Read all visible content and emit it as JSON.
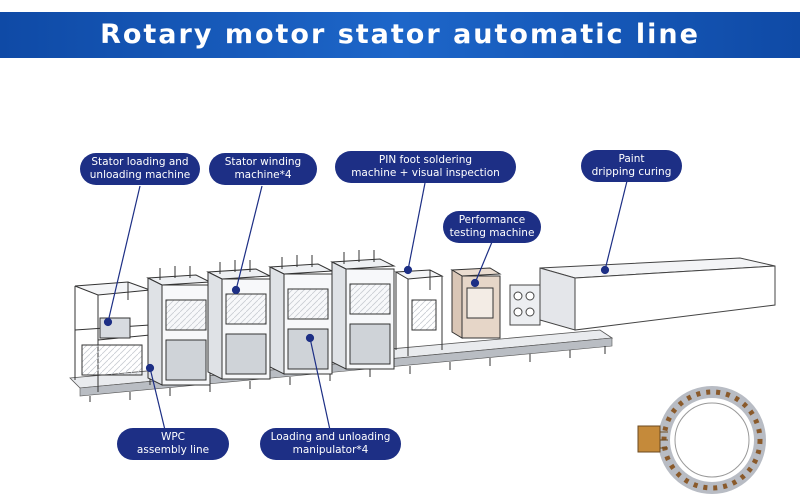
{
  "title": "Rotary motor stator automatic line",
  "labels": {
    "stator_loading": "Stator loading and\nunloading machine",
    "stator_winding": "Stator winding\nmachine*4",
    "pin_soldering": "PIN foot soldering\nmachine + visual inspection",
    "paint_curing": "Paint\ndripping curing",
    "performance_testing": "Performance\ntesting machine",
    "wpc_line": "WPC\nassembly line",
    "manipulator": "Loading and unloading\nmanipulator*4"
  },
  "colors": {
    "banner": "#1565c0",
    "label_bg": "#1d2f85",
    "label_text": "#ffffff"
  }
}
